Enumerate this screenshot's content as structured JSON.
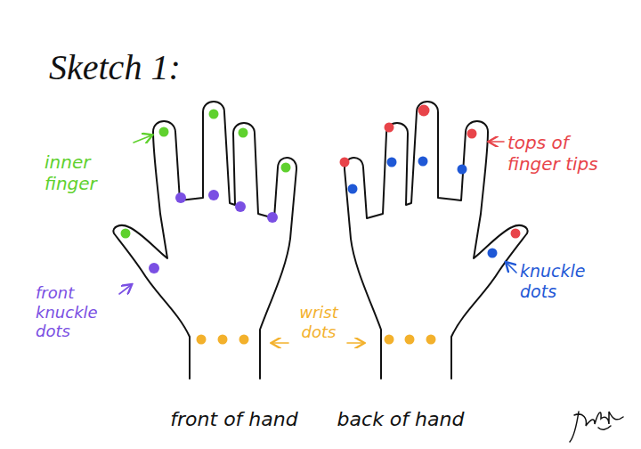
{
  "diagram": {
    "title": "Sketch 1:",
    "labels": [
      "inner finger",
      "front knuckle dots",
      "wrist dots",
      "tops of finger tips",
      "knuckle dots",
      "front of hand",
      "back of hand"
    ]
  }
}
